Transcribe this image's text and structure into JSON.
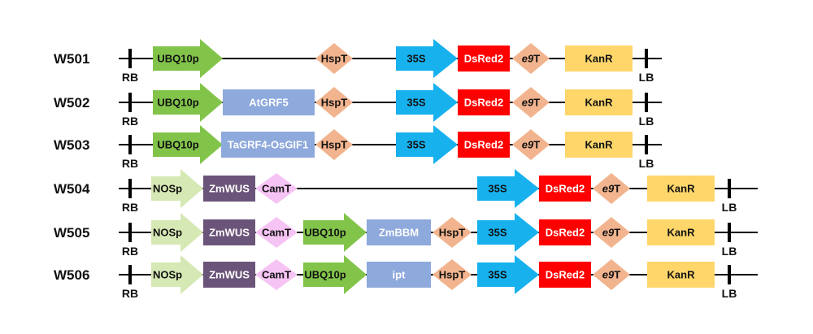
{
  "colors": {
    "promoter_green": "#82c44a",
    "nos_green": "#d6e8b4",
    "arrow_blue": "#17b1ee",
    "cds_blue": "#8ea9dc",
    "wus_purple": "#6b5479",
    "terminator_orange": "#f2b48e",
    "camt_pink": "#f6c4f4",
    "dsred": "#ff0000",
    "kanr": "#fed66a",
    "line": "#000000"
  },
  "constructs": [
    {
      "name": "W501",
      "rb": "RB",
      "lb": "LB",
      "elements": [
        {
          "kind": "promoter",
          "label": "UBQ10p",
          "color_key": "promoter_green"
        },
        {
          "kind": "terminator",
          "label": "HspT",
          "color_key": "terminator_orange"
        },
        {
          "kind": "arrow",
          "label": "35S",
          "color_key": "arrow_blue"
        },
        {
          "kind": "box",
          "label": "DsRed2",
          "color_key": "dsred"
        },
        {
          "kind": "terminator",
          "label": "e9T",
          "color_key": "terminator_orange",
          "italic_prefix": "e9"
        },
        {
          "kind": "box",
          "label": "KanR",
          "color_key": "kanr"
        }
      ]
    },
    {
      "name": "W502",
      "rb": "RB",
      "lb": "LB",
      "elements": [
        {
          "kind": "promoter",
          "label": "UBQ10p",
          "color_key": "promoter_green"
        },
        {
          "kind": "box",
          "label": "AtGRF5",
          "color_key": "cds_blue"
        },
        {
          "kind": "terminator",
          "label": "HspT",
          "color_key": "terminator_orange"
        },
        {
          "kind": "arrow",
          "label": "35S",
          "color_key": "arrow_blue"
        },
        {
          "kind": "box",
          "label": "DsRed2",
          "color_key": "dsred"
        },
        {
          "kind": "terminator",
          "label": "e9T",
          "color_key": "terminator_orange",
          "italic_prefix": "e9"
        },
        {
          "kind": "box",
          "label": "KanR",
          "color_key": "kanr"
        }
      ]
    },
    {
      "name": "W503",
      "rb": "RB",
      "lb": "LB",
      "elements": [
        {
          "kind": "promoter",
          "label": "UBQ10p",
          "color_key": "promoter_green"
        },
        {
          "kind": "box",
          "label": "TaGRF4-OsGIF1",
          "color_key": "cds_blue"
        },
        {
          "kind": "terminator",
          "label": "HspT",
          "color_key": "terminator_orange"
        },
        {
          "kind": "arrow",
          "label": "35S",
          "color_key": "arrow_blue"
        },
        {
          "kind": "box",
          "label": "DsRed2",
          "color_key": "dsred"
        },
        {
          "kind": "terminator",
          "label": "e9T",
          "color_key": "terminator_orange",
          "italic_prefix": "e9"
        },
        {
          "kind": "box",
          "label": "KanR",
          "color_key": "kanr"
        }
      ]
    },
    {
      "name": "W504",
      "rb": "RB",
      "lb": "LB",
      "elements": [
        {
          "kind": "promoter",
          "label": "NOSp",
          "color_key": "nos_green"
        },
        {
          "kind": "box",
          "label": "ZmWUS",
          "color_key": "wus_purple"
        },
        {
          "kind": "terminator",
          "label": "CamT",
          "color_key": "camt_pink"
        },
        {
          "kind": "arrow",
          "label": "35S",
          "color_key": "arrow_blue"
        },
        {
          "kind": "box",
          "label": "DsRed2",
          "color_key": "dsred"
        },
        {
          "kind": "terminator",
          "label": "e9T",
          "color_key": "terminator_orange",
          "italic_prefix": "e9"
        },
        {
          "kind": "box",
          "label": "KanR",
          "color_key": "kanr"
        }
      ]
    },
    {
      "name": "W505",
      "rb": "RB",
      "lb": "LB",
      "elements": [
        {
          "kind": "promoter",
          "label": "NOSp",
          "color_key": "nos_green"
        },
        {
          "kind": "box",
          "label": "ZmWUS",
          "color_key": "wus_purple"
        },
        {
          "kind": "terminator",
          "label": "CamT",
          "color_key": "camt_pink"
        },
        {
          "kind": "promoter",
          "label": "UBQ10p",
          "color_key": "promoter_green"
        },
        {
          "kind": "box",
          "label": "ZmBBM",
          "color_key": "cds_blue"
        },
        {
          "kind": "terminator",
          "label": "HspT",
          "color_key": "terminator_orange"
        },
        {
          "kind": "arrow",
          "label": "35S",
          "color_key": "arrow_blue"
        },
        {
          "kind": "box",
          "label": "DsRed2",
          "color_key": "dsred"
        },
        {
          "kind": "terminator",
          "label": "e9T",
          "color_key": "terminator_orange",
          "italic_prefix": "e9"
        },
        {
          "kind": "box",
          "label": "KanR",
          "color_key": "kanr"
        }
      ]
    },
    {
      "name": "W506",
      "rb": "RB",
      "lb": "LB",
      "elements": [
        {
          "kind": "promoter",
          "label": "NOSp",
          "color_key": "nos_green"
        },
        {
          "kind": "box",
          "label": "ZmWUS",
          "color_key": "wus_purple"
        },
        {
          "kind": "terminator",
          "label": "CamT",
          "color_key": "camt_pink"
        },
        {
          "kind": "promoter",
          "label": "UBQ10p",
          "color_key": "promoter_green"
        },
        {
          "kind": "box",
          "label": "ipt",
          "color_key": "cds_blue"
        },
        {
          "kind": "terminator",
          "label": "HspT",
          "color_key": "terminator_orange"
        },
        {
          "kind": "arrow",
          "label": "35S",
          "color_key": "arrow_blue"
        },
        {
          "kind": "box",
          "label": "DsRed2",
          "color_key": "dsred"
        },
        {
          "kind": "terminator",
          "label": "e9T",
          "color_key": "terminator_orange",
          "italic_prefix": "e9"
        },
        {
          "kind": "box",
          "label": "KanR",
          "color_key": "kanr"
        }
      ]
    }
  ]
}
